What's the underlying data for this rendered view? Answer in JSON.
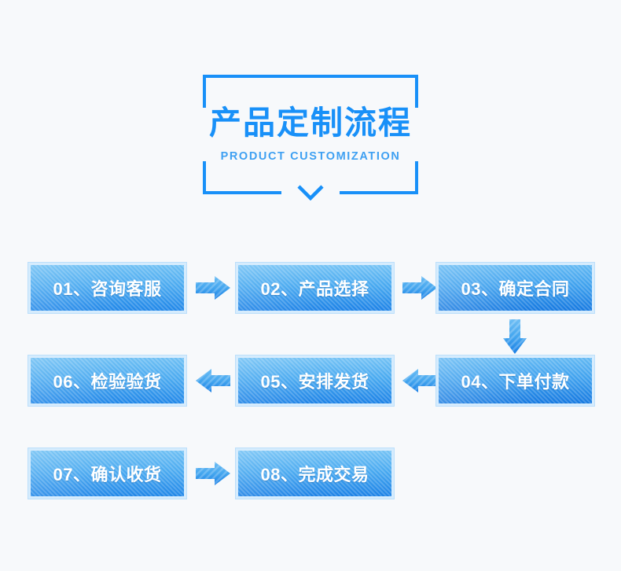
{
  "page": {
    "background_color": "#f7f9fb",
    "accent_color": "#1890f8"
  },
  "header": {
    "title": "产品定制流程",
    "subtitle": "PRODUCT CUSTOMIZATION",
    "chevron_icon": "chevron-down-icon",
    "frame_color": "#1890f8",
    "title_color": "#1890f8",
    "subtitle_color": "#3ea0f2"
  },
  "flow": {
    "steps": [
      {
        "number": "01",
        "name": "咨询客服",
        "label": "01、咨询客服"
      },
      {
        "number": "02",
        "name": "产品选择",
        "label": "02、产品选择"
      },
      {
        "number": "03",
        "name": "确定合同",
        "label": "03、确定合同"
      },
      {
        "number": "04",
        "name": "下单付款",
        "label": "04、下单付款"
      },
      {
        "number": "05",
        "name": "安排发货",
        "label": "05、安排发货"
      },
      {
        "number": "06",
        "name": "检验验货",
        "label": "06、检验验货"
      },
      {
        "number": "07",
        "name": "确认收货",
        "label": "07、确认收货"
      },
      {
        "number": "08",
        "name": "完成交易",
        "label": "08、完成交易"
      }
    ],
    "connectors": [
      {
        "id": "arrow-01-to-02",
        "direction": "right",
        "icon": "arrow-right-icon"
      },
      {
        "id": "arrow-02-to-03",
        "direction": "right",
        "icon": "arrow-right-icon"
      },
      {
        "id": "arrow-03-to-04",
        "direction": "down",
        "icon": "arrow-down-icon"
      },
      {
        "id": "arrow-04-to-05",
        "direction": "left",
        "icon": "arrow-left-icon"
      },
      {
        "id": "arrow-05-to-06",
        "direction": "left",
        "icon": "arrow-left-icon"
      },
      {
        "id": "arrow-07-to-08",
        "direction": "right",
        "icon": "arrow-right-icon"
      }
    ],
    "box_colors": {
      "fill_top": "#6fc0f4",
      "fill_bottom": "#1f86e8",
      "border": "#d6ecfd",
      "text": "#ffffff"
    }
  }
}
